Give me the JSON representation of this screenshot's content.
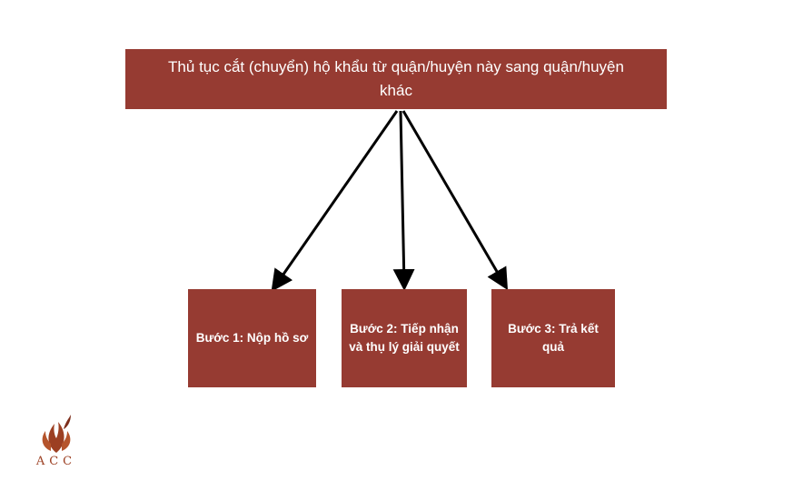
{
  "diagram": {
    "title": "Thủ tục cắt (chuyển) hộ khẩu từ quận/huyện này sang quận/huyện khác",
    "steps": [
      {
        "label": "Bước 1: Nộp hồ sơ"
      },
      {
        "label": "Bước 2: Tiếp nhận và thụ lý giải quyết"
      },
      {
        "label": "Bước 3: Trả kết quả"
      }
    ],
    "box_color": "#963b32",
    "arrow_color": "#000000"
  },
  "logo": {
    "text": "ACC",
    "color": "#9c3f22"
  }
}
